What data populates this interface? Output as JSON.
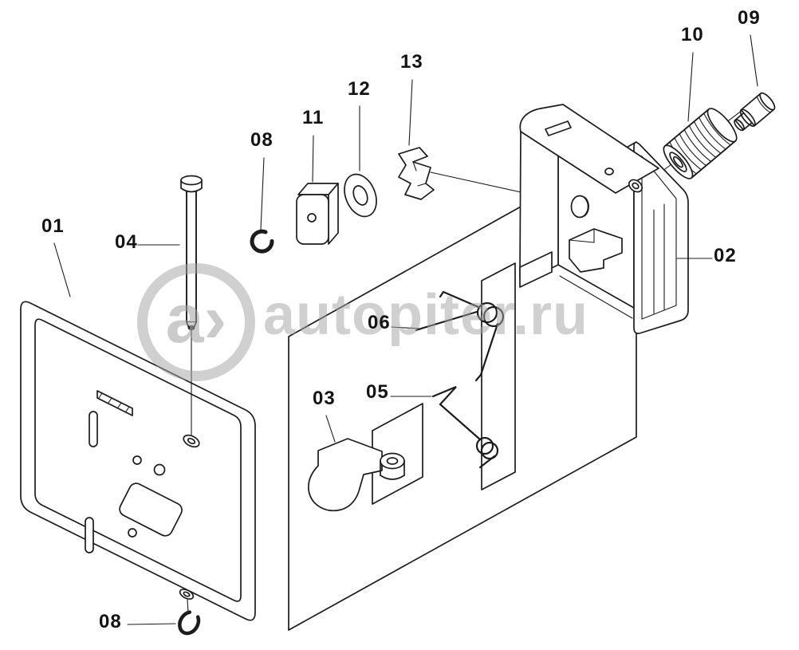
{
  "watermark": {
    "logo_mark": "a›",
    "text": "autopiter.ru"
  },
  "labels": [
    "01",
    "04",
    "08",
    "11",
    "12",
    "13",
    "10",
    "09",
    "02",
    "06",
    "05",
    "03",
    "08"
  ],
  "colors": {
    "line": "#1c1c1c",
    "watermark_gray": "#a1a1a1",
    "background": "#ffffff"
  }
}
